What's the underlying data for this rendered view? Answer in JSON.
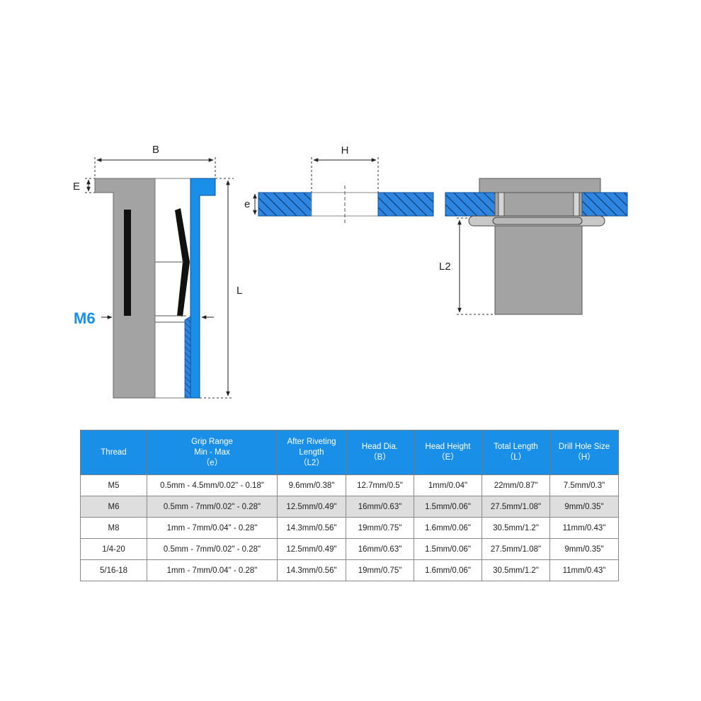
{
  "colors": {
    "accent": "#1a8fe8",
    "nut_gray": "#a3a3a3",
    "hatch_blue": "#2f86e0",
    "row_alt": "#dedede"
  },
  "labels": {
    "B": "B",
    "E": "E",
    "L": "L",
    "M6": "M6",
    "H": "H",
    "e": "e",
    "L2": "L2"
  },
  "table": {
    "headers": [
      {
        "lines": [
          "Thread"
        ]
      },
      {
        "lines": [
          "Grip Range",
          "Min - Max",
          "（e）"
        ]
      },
      {
        "lines": [
          "After Riveting",
          "Length",
          "（L2）"
        ]
      },
      {
        "lines": [
          "Head Dia.",
          "（B）"
        ]
      },
      {
        "lines": [
          "Head Height",
          "（E）"
        ]
      },
      {
        "lines": [
          "Total Length",
          "（L）"
        ]
      },
      {
        "lines": [
          "Drill Hole Size",
          "（H）"
        ]
      }
    ],
    "rows": [
      [
        "M5",
        "0.5mm - 4.5mm/0.02\" - 0.18\"",
        "9.6mm/0.38\"",
        "12.7mm/0.5\"",
        "1mm/0.04\"",
        "22mm/0.87\"",
        "7.5mm/0.3\""
      ],
      [
        "M6",
        "0.5mm - 7mm/0.02\" - 0.28\"",
        "12.5mm/0.49\"",
        "16mm/0.63\"",
        "1.5mm/0.06\"",
        "27.5mm/1.08\"",
        "9mm/0.35\""
      ],
      [
        "M8",
        "1mm - 7mm/0.04\" - 0.28\"",
        "14.3mm/0.56\"",
        "19mm/0.75\"",
        "1.6mm/0.06\"",
        "30.5mm/1.2\"",
        "11mm/0.43\""
      ],
      [
        "1/4-20",
        "0.5mm - 7mm/0.02\" - 0.28\"",
        "12.5mm/0.49\"",
        "16mm/0.63\"",
        "1.5mm/0.06\"",
        "27.5mm/1.08\"",
        "9mm/0.35\""
      ],
      [
        "5/16-18",
        "1mm - 7mm/0.04\" - 0.28\"",
        "14.3mm/0.56\"",
        "19mm/0.75\"",
        "1.6mm/0.06\"",
        "30.5mm/1.2\"",
        "11mm/0.43\""
      ]
    ]
  }
}
